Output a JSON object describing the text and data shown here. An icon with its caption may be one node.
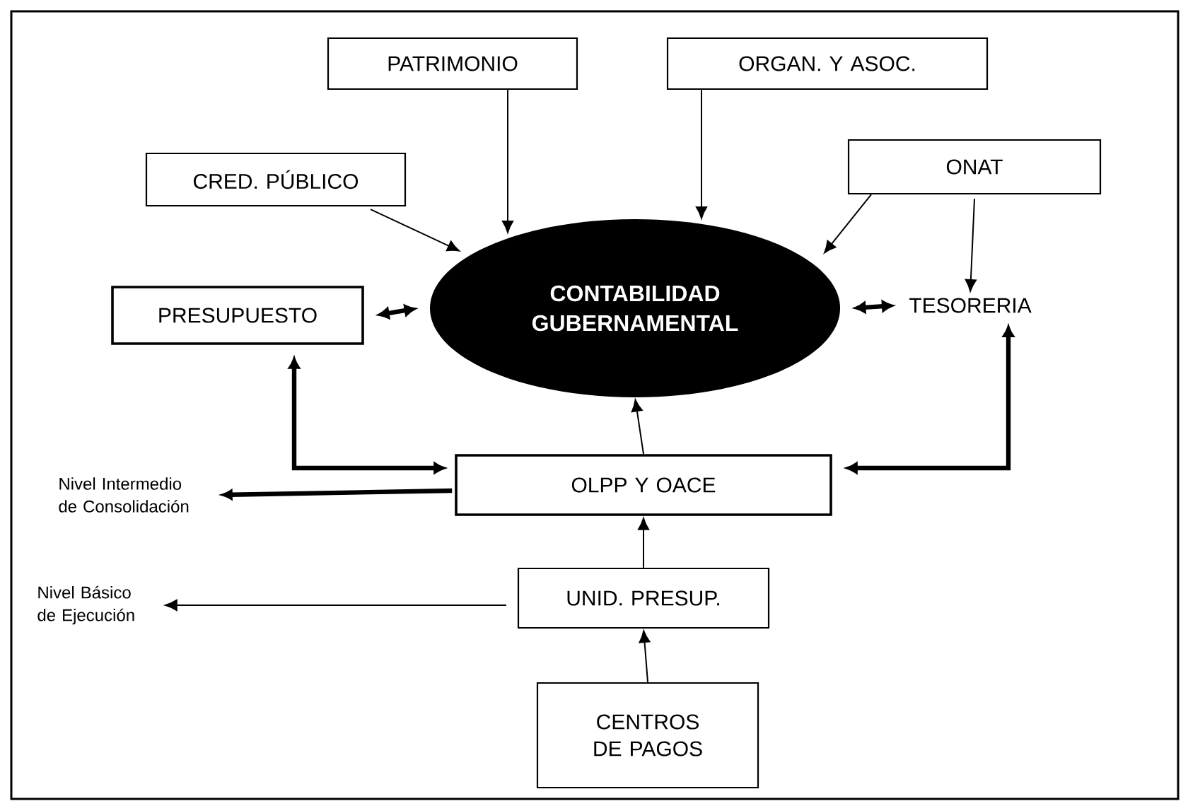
{
  "diagram": {
    "nodes": [
      {
        "text": [
          "PATRIMONIO"
        ]
      },
      {
        "text": [
          "ORGAN. Y ASOC."
        ]
      },
      {
        "text": [
          "CRED. PÚBLICO"
        ]
      },
      {
        "text": [
          "ONAT"
        ]
      },
      {
        "text": [
          "CONTABILIDAD GUBERNAMENTAL"
        ]
      },
      {
        "text": [
          "PRESUPUESTO"
        ]
      },
      {
        "text": [
          "TESORERIA"
        ]
      },
      {
        "text": [
          "OLPP Y OACE"
        ]
      },
      {
        "text": [
          "Nivel Intermedio de Consolidación"
        ]
      },
      {
        "text": [
          "UNID. PRESUP."
        ]
      },
      {
        "text": [
          "Nivel Básico de Ejecución"
        ]
      },
      {
        "text": [
          "CENTROS DE PAGOS"
        ]
      }
    ],
    "edges": [
      {
        "from": 0,
        "to": 4,
        "arrow": "to"
      },
      {
        "from": 1,
        "to": 4,
        "arrow": "to"
      },
      {
        "from": 2,
        "to": 4,
        "arrow": "to"
      },
      {
        "from": 3,
        "to": 4,
        "arrow": "to"
      },
      {
        "from": 3,
        "to": 6,
        "arrow": "to"
      },
      {
        "from": 5,
        "to": 4,
        "arrow": "both",
        "style": "thick"
      },
      {
        "from": 4,
        "to": 6,
        "arrow": "both",
        "style": "thick"
      },
      {
        "from": 5,
        "to": 7,
        "arrow": "both",
        "style": "thick"
      },
      {
        "from": 7,
        "to": 8,
        "arrow": "to",
        "style": "thick"
      },
      {
        "from": 6,
        "to": 7,
        "arrow": "both",
        "style": "thick"
      },
      {
        "from": 7,
        "to": 4,
        "arrow": "to"
      },
      {
        "from": 9,
        "to": 7,
        "arrow": "to"
      },
      {
        "from": 9,
        "to": 10,
        "arrow": "to"
      },
      {
        "from": 11,
        "to": 9,
        "arrow": "to"
      }
    ]
  }
}
